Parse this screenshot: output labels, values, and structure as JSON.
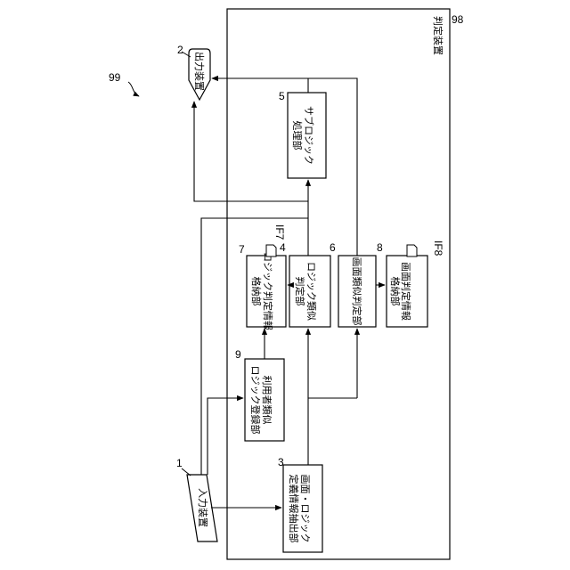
{
  "diagram": {
    "overall_ref": "99",
    "enclosure": {
      "label": "判定装置",
      "ref": "98"
    },
    "blocks": {
      "input_device": {
        "ref": "1",
        "lines": [
          "入力装置"
        ]
      },
      "output_device": {
        "ref": "2",
        "lines": [
          "出力装置"
        ]
      },
      "extractor": {
        "ref": "3",
        "lines": [
          "画面・ロジック",
          "定義情報抽出部"
        ]
      },
      "logic_similar": {
        "ref": "4",
        "lines": [
          "ロジック類似",
          "判定部"
        ]
      },
      "sub_logic": {
        "ref": "5",
        "lines": [
          "サブロジック",
          "処理部"
        ]
      },
      "screen_similar": {
        "ref": "6",
        "lines": [
          "画面類似判定部"
        ]
      },
      "logic_storage": {
        "ref": "7",
        "lines": [
          "ロジック判定情報",
          "格納部"
        ]
      },
      "screen_storage": {
        "ref": "8",
        "lines": [
          "画面判定情報",
          "格納部"
        ]
      },
      "user_register": {
        "ref": "9",
        "lines": [
          "利用者類似",
          "ロジック登録部"
        ]
      }
    },
    "interface_labels": {
      "if7": "IF7",
      "if8": "IF8"
    }
  }
}
